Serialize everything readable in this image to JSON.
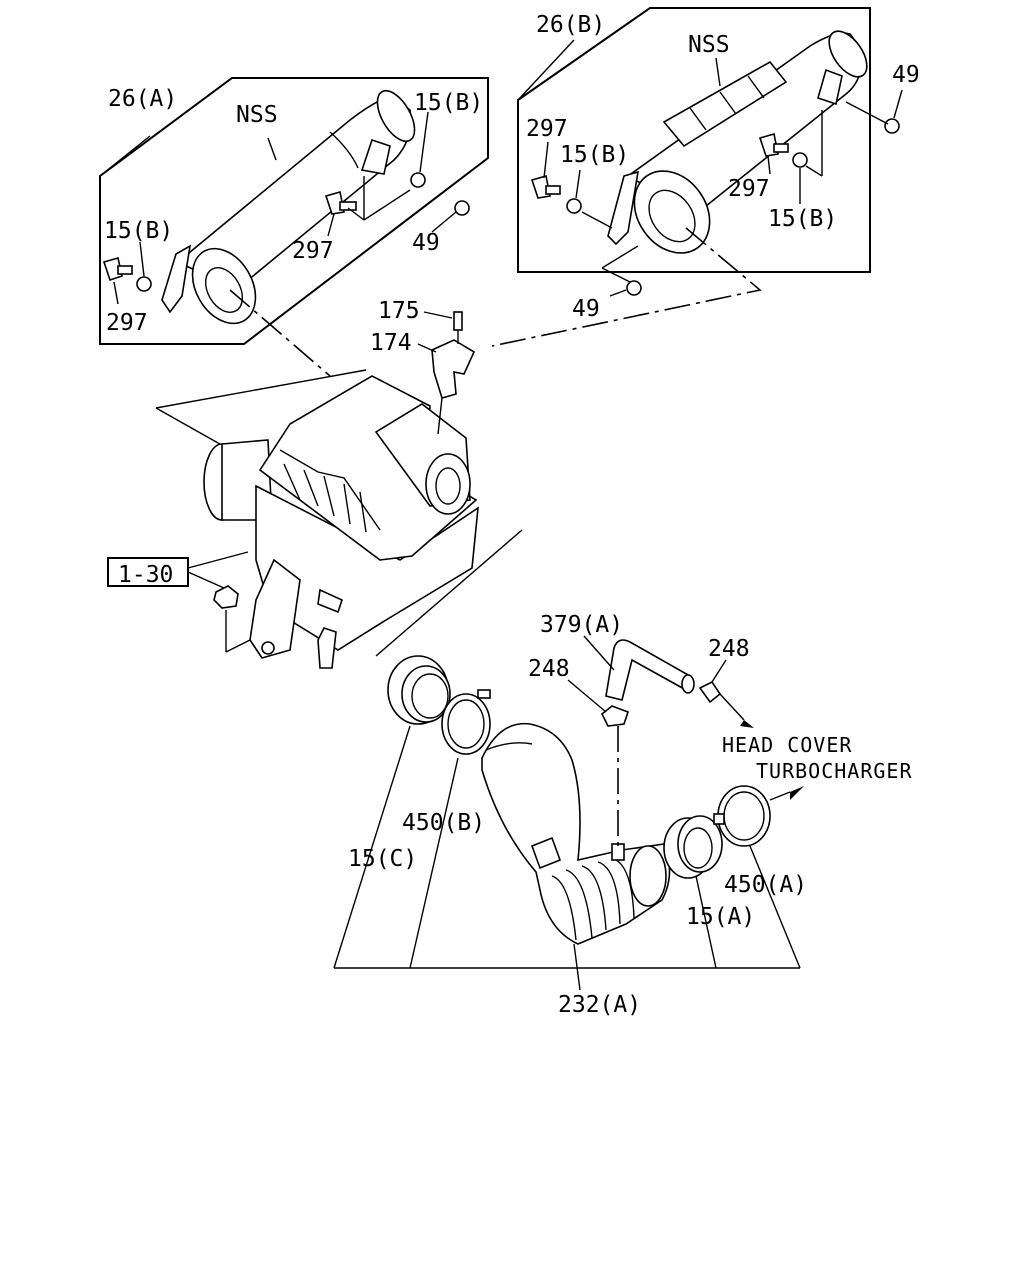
{
  "diagram": {
    "inset_a": {
      "ref": "26(A)",
      "nss": "NSS",
      "l_15b_top": "15(B)",
      "l_15b_left": "15(B)",
      "l_297_mid": "297",
      "l_297_left": "297",
      "l_49": "49"
    },
    "inset_b": {
      "ref": "26(B)",
      "nss": "NSS",
      "l_49_top": "49",
      "l_297_left": "297",
      "l_15b_left": "15(B)",
      "l_297_right": "297",
      "l_15b_right": "15(B)",
      "l_49_bottom": "49"
    },
    "main": {
      "l_175": "175",
      "l_174": "174",
      "l_1_30": "1-30",
      "l_379a": "379(A)",
      "l_248_left": "248",
      "l_248_right": "248",
      "head_cover": "HEAD COVER",
      "turbocharger": "TURBOCHARGER",
      "l_450b": "450(B)",
      "l_15c": "15(C)",
      "l_450a": "450(A)",
      "l_15a": "15(A)",
      "l_232a": "232(A)"
    }
  }
}
